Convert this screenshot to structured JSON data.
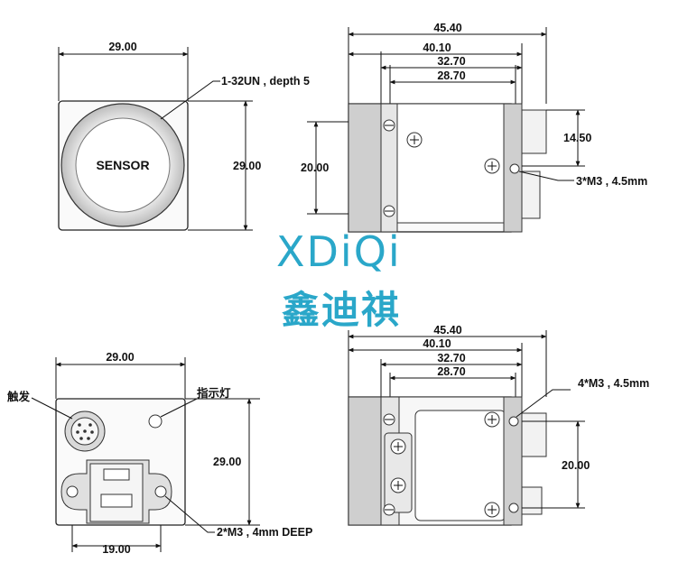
{
  "front_view": {
    "width_dim": "29.00",
    "height_dim": "29.00",
    "sensor_label": "SENSOR",
    "thread_note": "1-32UN , depth 5"
  },
  "side_view_top": {
    "dim_total": "45.40",
    "dim_40": "40.10",
    "dim_32": "32.70",
    "dim_28": "28.70",
    "dim_height": "20.00",
    "dim_right": "14.50",
    "screw_note": "3*M3 , 4.5mm"
  },
  "watermark": {
    "latin": "XDiQi",
    "chinese": "鑫迪祺"
  },
  "rear_view": {
    "width_dim": "29.00",
    "height_dim": "29.00",
    "bottom_dim": "19.00",
    "trigger_label": "触发",
    "led_label": "指示灯",
    "screw_note": "2*M3 , 4mm DEEP"
  },
  "side_view_bottom": {
    "dim_total": "45.40",
    "dim_40": "40.10",
    "dim_32": "32.70",
    "dim_28": "28.70",
    "dim_height": "20.00",
    "screw_note": "4*M3 , 4.5mm"
  }
}
